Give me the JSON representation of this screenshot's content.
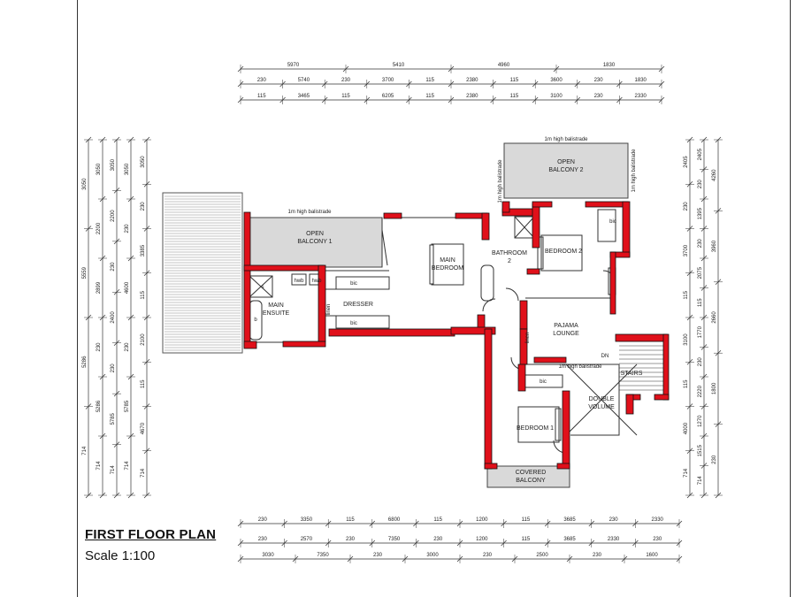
{
  "title": "FIRST FLOOR PLAN",
  "scale": "Scale 1:100",
  "colors": {
    "wall": "#e0101a",
    "balcony": "#d9d9d9",
    "line": "#333333",
    "deck": "#888888"
  },
  "rooms": {
    "open_balcony_1": [
      "OPEN",
      "BALCONY 1"
    ],
    "open_balcony_2": [
      "OPEN",
      "BALCONY 2"
    ],
    "main_ensuite": [
      "MAIN",
      "ENSUITE"
    ],
    "dresser": "DRESSER",
    "main_bedroom": [
      "MAIN",
      "BEDROOM"
    ],
    "bathroom_2": [
      "BATHROOM",
      "2"
    ],
    "bedroom_2": "BEDROOM 2",
    "pajama_lounge": [
      "PAJAMA",
      "LOUNGE"
    ],
    "bedroom_1": "BEDROOM 1",
    "stairs": "STAIRS",
    "double_volume": [
      "DOUBLE",
      "VOLUME"
    ],
    "covered_balcony": [
      "COVERED",
      "BALCONY"
    ]
  },
  "labels": {
    "balustrade": "1m high balistrade",
    "hwb": "hwb",
    "bic": "bic",
    "linen": "linen",
    "dn": "DN",
    "b": "b",
    "s": "s"
  },
  "dimensions": {
    "top": [
      [
        "5970",
        "5410",
        "4960",
        "1830"
      ],
      [
        "230",
        "5740",
        "230",
        "3700",
        "115",
        "2380",
        "115",
        "3600",
        "230",
        "1830"
      ],
      [
        "115",
        "3465",
        "115",
        "6205",
        "115",
        "2380",
        "115",
        "3100",
        "230",
        "2330"
      ]
    ],
    "bottom": [
      [
        "230",
        "3350",
        "115",
        "6800",
        "115",
        "1200",
        "115",
        "3685",
        "230",
        "2330"
      ],
      [
        "230",
        "2570",
        "230",
        "7350",
        "230",
        "1200",
        "115",
        "3685",
        "2330",
        "230"
      ],
      [
        "3030",
        "7350",
        "230",
        "3000",
        "230",
        "2500",
        "230",
        "1600"
      ]
    ],
    "left": [
      [
        "3050",
        "5559",
        "5286",
        "714"
      ],
      [
        "3050",
        "2200",
        "2899",
        "230",
        "5286",
        "714"
      ],
      [
        "3050",
        "2200",
        "230",
        "2400",
        "230",
        "5785",
        "714"
      ],
      [
        "3050",
        "230",
        "4600",
        "230",
        "5785",
        "714"
      ],
      [
        "3050",
        "230",
        "3385",
        "115",
        "2100",
        "115",
        "4670",
        "714"
      ]
    ],
    "right": [
      [
        "2405",
        "230",
        "3700",
        "115",
        "3100",
        "115",
        "4000",
        "714"
      ],
      [
        "2405",
        "230",
        "1395",
        "230",
        "2075",
        "115",
        "1770",
        "230",
        "2220",
        "1270",
        "1515",
        "714"
      ],
      [
        "4260",
        "3960",
        "2660",
        "1800",
        "230"
      ]
    ]
  }
}
